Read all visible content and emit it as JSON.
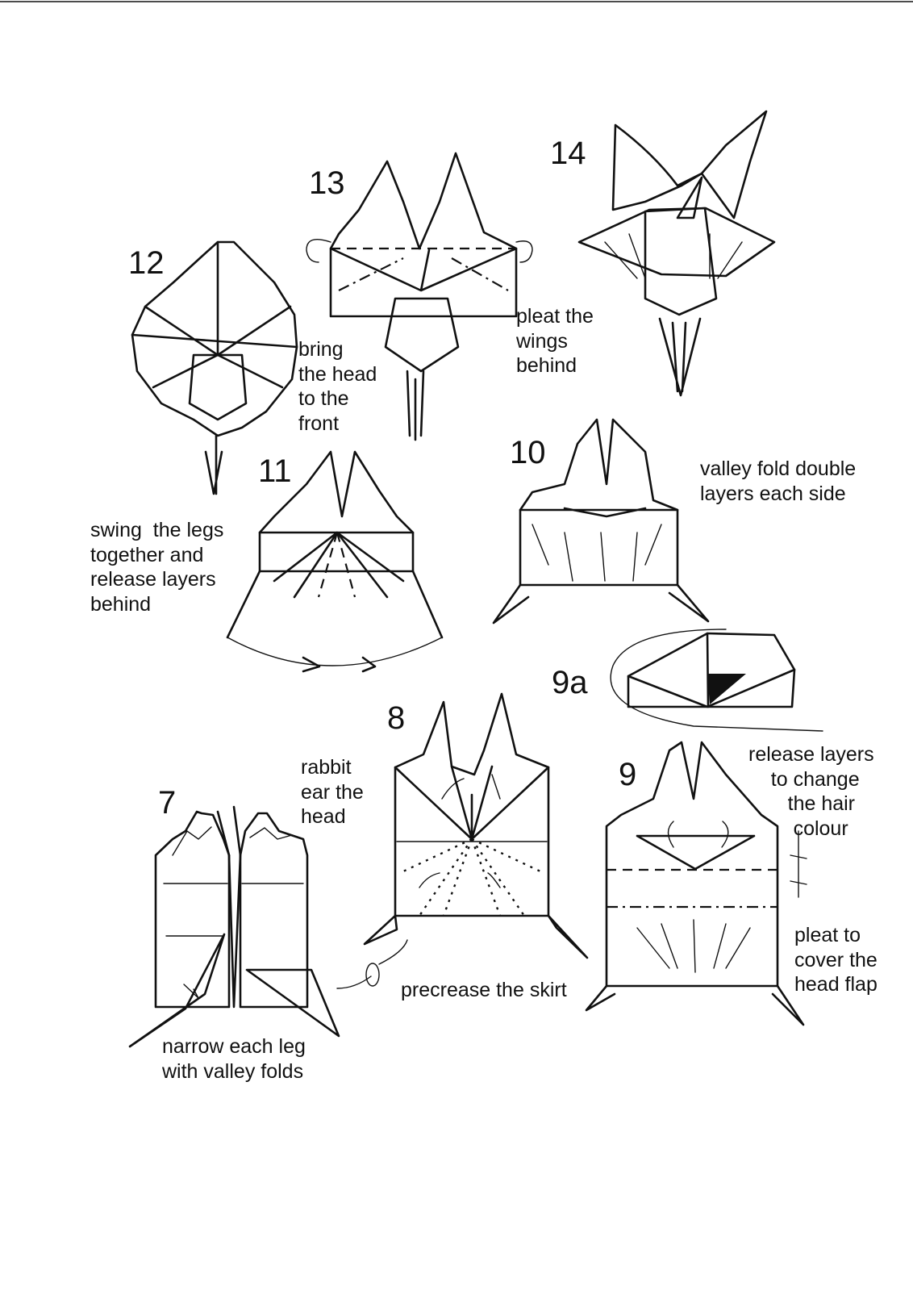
{
  "steps": [
    {
      "number": "7",
      "caption": "narrow each leg\nwith valley folds"
    },
    {
      "number": "8",
      "caption": "rabbit\near the\nhead",
      "caption2": "precrease the skirt"
    },
    {
      "number": "9",
      "caption": "release layers\n    to change\n       the hair\n        colour",
      "caption2": "pleat to\ncover the\nhead flap"
    },
    {
      "number": "9a"
    },
    {
      "number": "10",
      "caption": "valley fold double\nlayers each side"
    },
    {
      "number": "11",
      "caption": "swing  the legs\ntogether and\nrelease layers\nbehind"
    },
    {
      "number": "12",
      "caption": "bring\nthe head\nto the\nfront"
    },
    {
      "number": "13",
      "caption": "pleat the\nwings\nbehind"
    },
    {
      "number": "14"
    }
  ],
  "colors": {
    "ink": "#111111",
    "paper": "#ffffff"
  }
}
